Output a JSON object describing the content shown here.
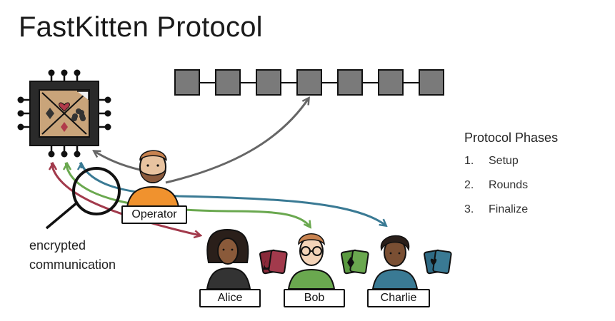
{
  "title": "FastKitten Protocol",
  "phases": {
    "heading": "Protocol Phases",
    "items": [
      {
        "number": "1.",
        "label": "Setup"
      },
      {
        "number": "2.",
        "label": "Rounds"
      },
      {
        "number": "3.",
        "label": "Finalize"
      }
    ]
  },
  "participants": {
    "operator": "Operator",
    "alice": "Alice",
    "bob": "Bob",
    "charlie": "Charlie"
  },
  "annotation": "encrypted communication",
  "colors": {
    "operator_arrow": "#666666",
    "alice_arrow": "#a23a4c",
    "bob_arrow": "#6aa84f",
    "charlie_arrow": "#3a7a94",
    "chip_body": "#222222",
    "card_tan": "#c9a47a",
    "block": "#7a7a7a"
  },
  "icons": {
    "enclave": "enclave-chip-icon",
    "blockchain": "blockchain-icon",
    "alice_cards": "cards-spade-icon",
    "bob_cards": "cards-diamond-icon",
    "charlie_cards": "cards-heart-icon"
  }
}
